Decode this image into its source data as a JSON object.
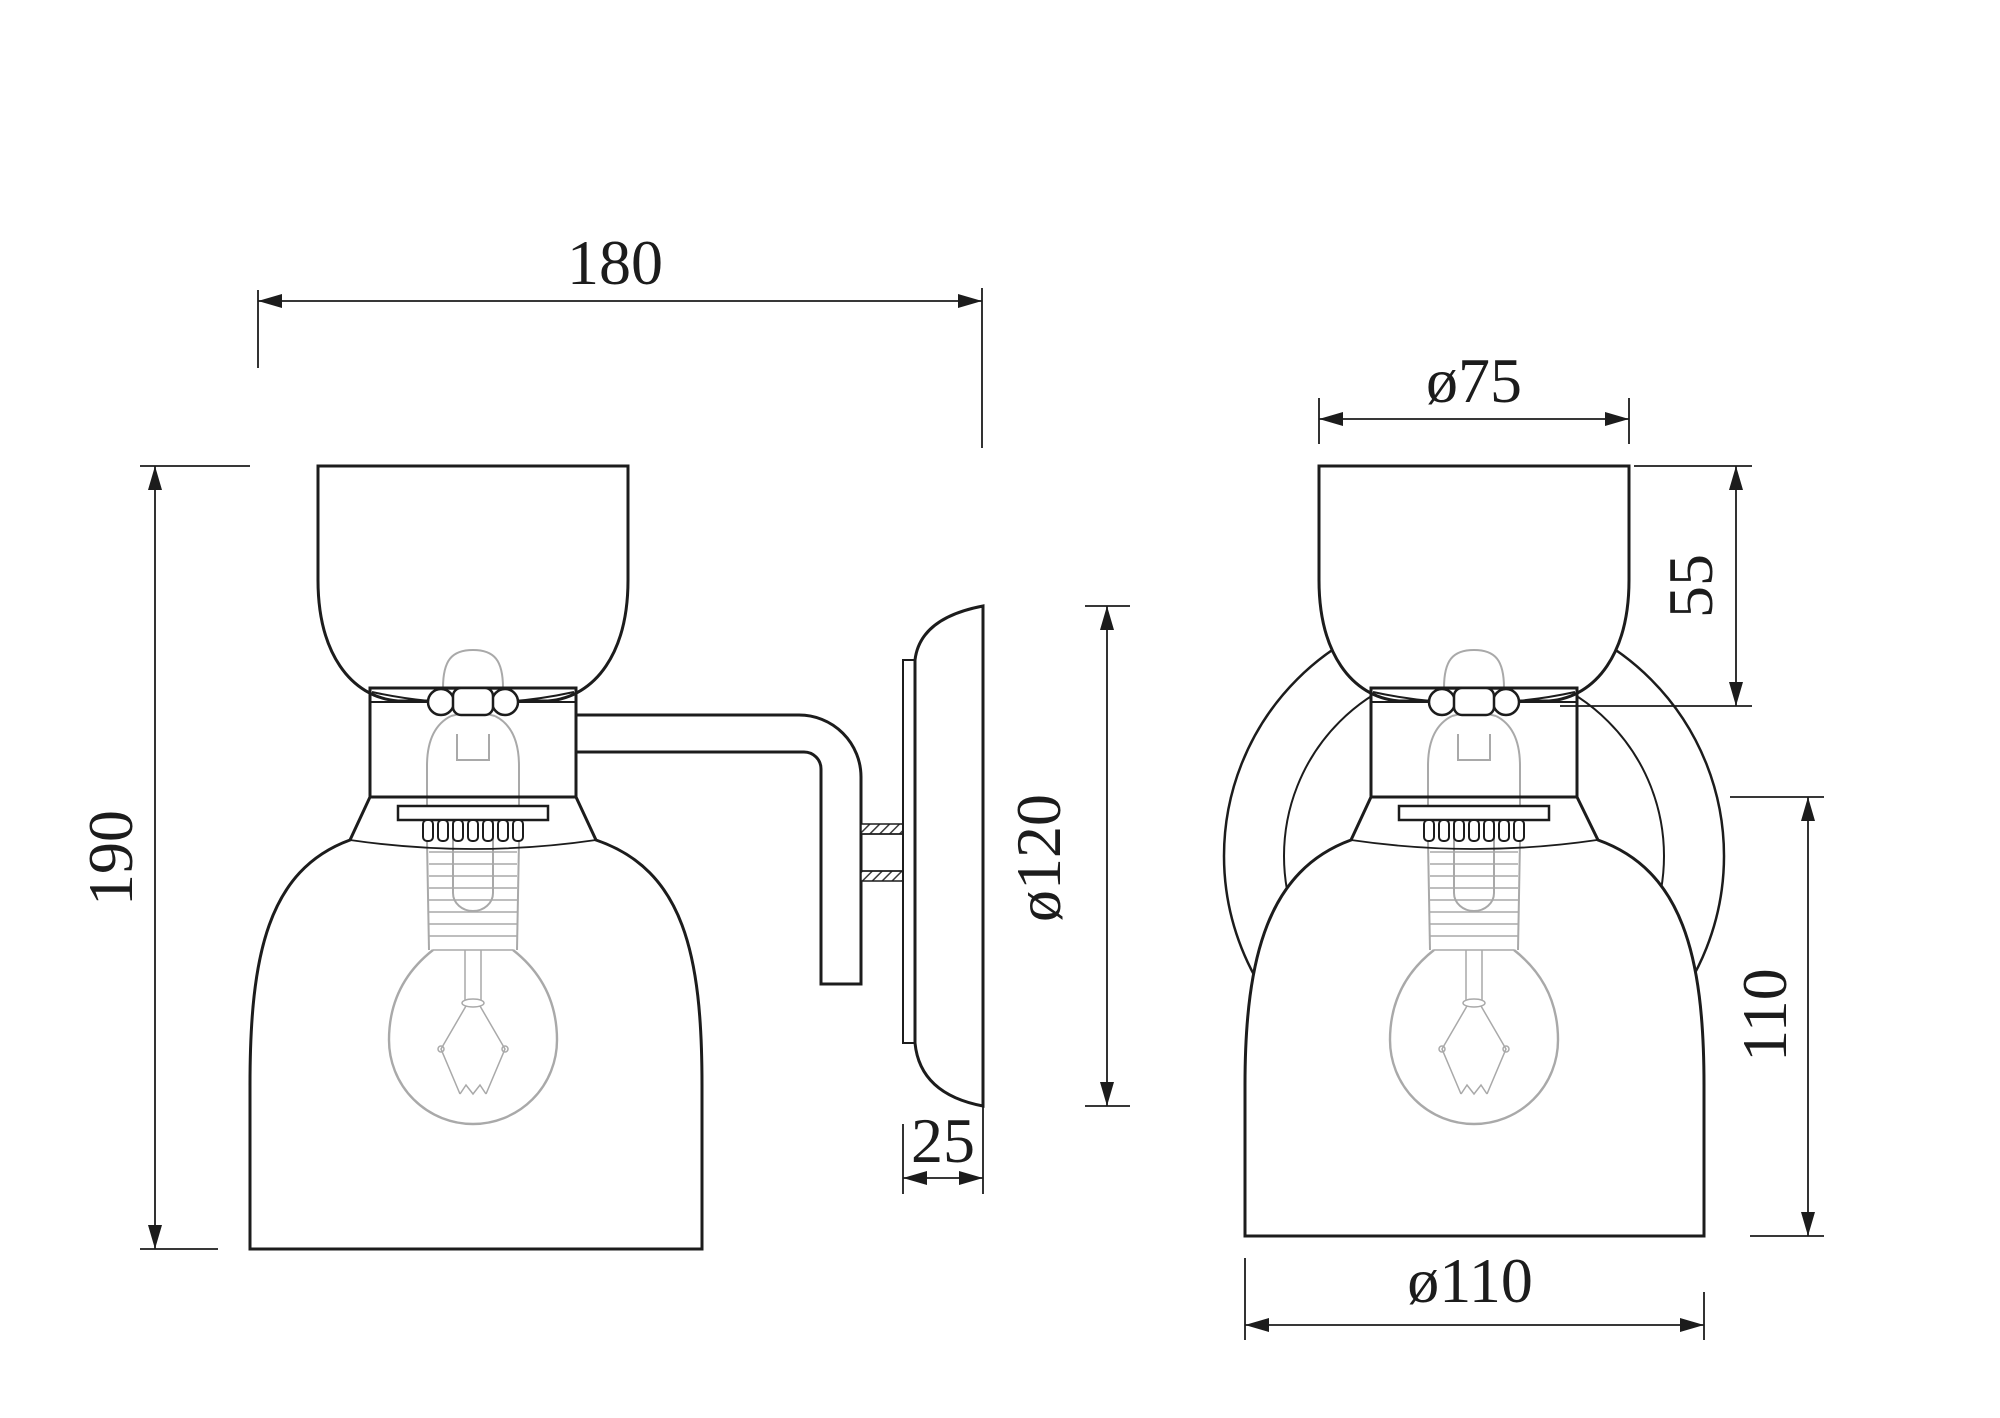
{
  "drawing": {
    "background": "#ffffff",
    "line_color": "#1c1c1c",
    "detail_color": "#a9a9a9",
    "hatch_color": "#3a3a3a",
    "side_view": {
      "total_depth": "180",
      "total_height": "190",
      "backplate_diameter": "ø120",
      "backplate_depth": "25"
    },
    "front_view": {
      "upper_shade_diameter": "ø75",
      "upper_shade_height": "55",
      "lower_shade_height": "110",
      "lower_shade_diameter": "ø110"
    }
  }
}
